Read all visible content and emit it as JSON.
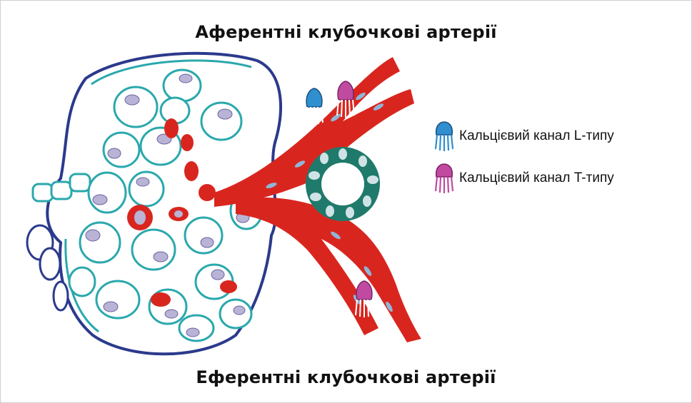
{
  "title_top": "Аферентні клубочкові артерії",
  "title_bottom": "Еферентні клубочкові артерії",
  "legend": [
    {
      "label": "Кальцієвий канал L-типу",
      "icon": "l-type-calcium-channel-icon",
      "color": "#2f8fcf"
    },
    {
      "label": "Кальцієвий канал T-типу",
      "icon": "t-type-calcium-channel-icon",
      "color": "#c04aa0"
    }
  ],
  "colors": {
    "capillary_outline": "#2aa8ad",
    "capsule_outline": "#2b3a8c",
    "arteriole_cells": "#d8261f",
    "macula_densa": "#1f7a6b",
    "nuclei": "#b9b3d6"
  }
}
